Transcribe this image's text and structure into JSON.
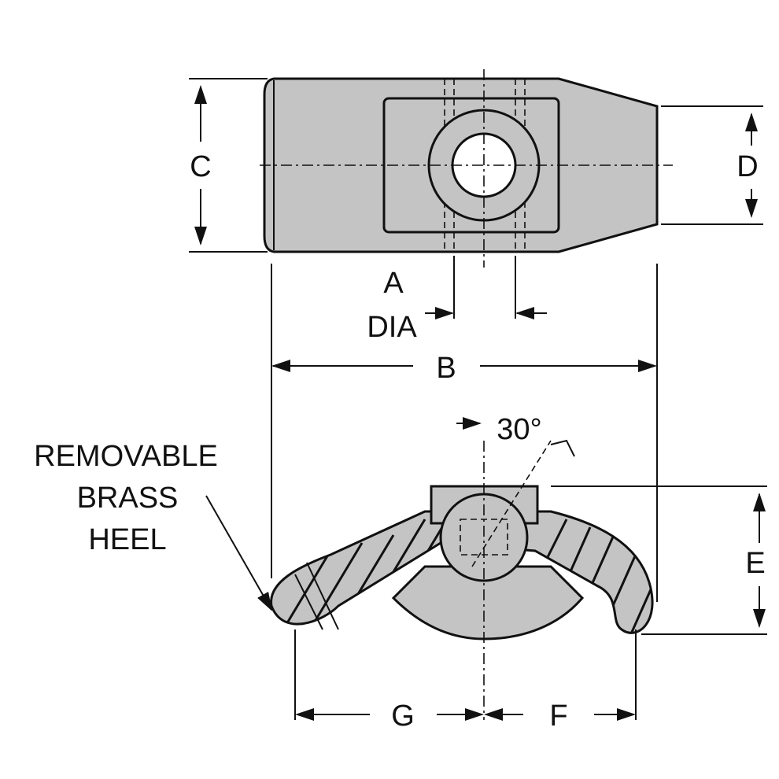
{
  "title": "Adjustable clamp dimension drawing",
  "labels": {
    "c": "C",
    "d": "D",
    "a": "A",
    "dia": "DIA",
    "b": "B",
    "angle": "30°",
    "heel_line1": "REMOVABLE",
    "heel_line2": "BRASS",
    "heel_line3": "HEEL",
    "e": "E",
    "g": "G",
    "f": "F"
  },
  "colors": {
    "part_fill": "#c4c4c4",
    "line": "#111111"
  }
}
